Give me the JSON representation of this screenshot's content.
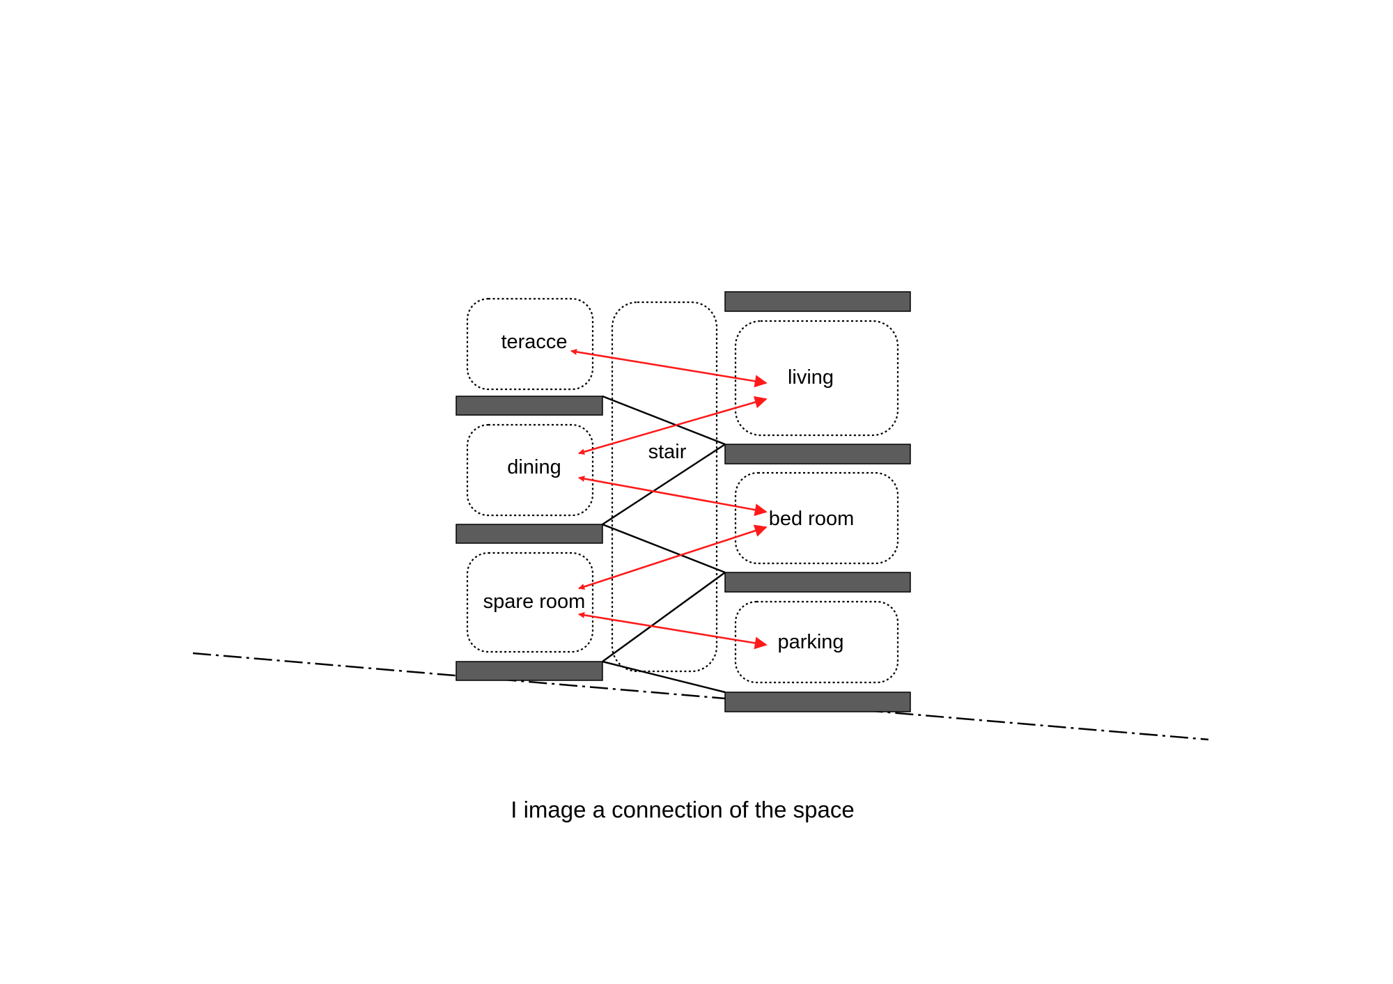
{
  "labels": {
    "teracce": "teracce",
    "living": "living",
    "stair": "stair",
    "dining": "dining",
    "bed_room": "bed room",
    "spare_room": "spare room",
    "parking": "parking"
  },
  "caption": "I image a connection of the space",
  "colors": {
    "arrow": "#ff1a1a",
    "slab": "#5c5c5c",
    "line": "#000000",
    "background": "#ffffff"
  }
}
